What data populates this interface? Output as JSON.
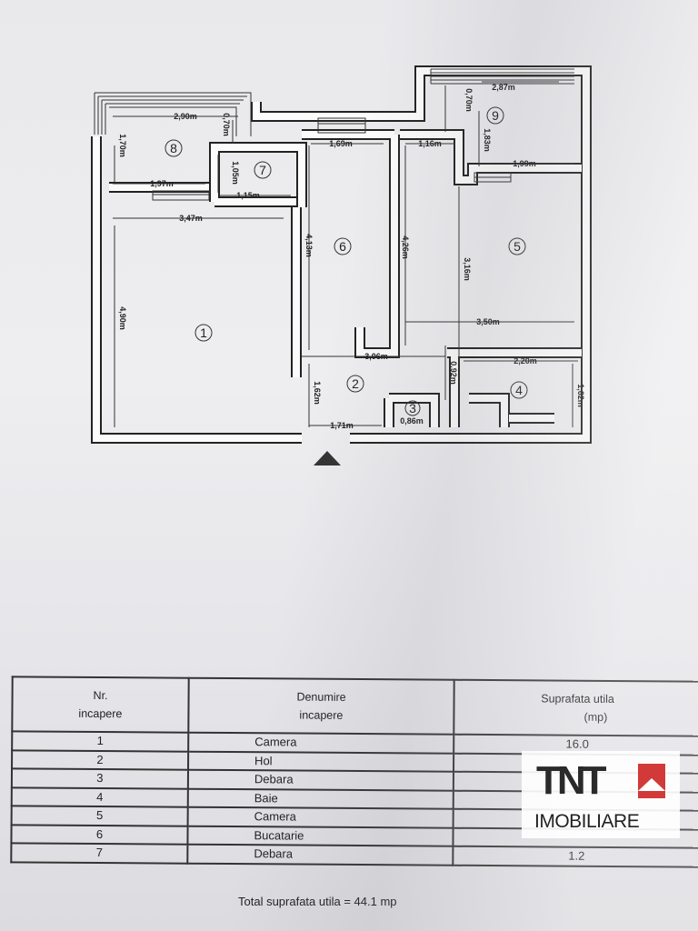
{
  "plan": {
    "rooms": [
      "1",
      "2",
      "3",
      "4",
      "5",
      "6",
      "7",
      "8",
      "9"
    ],
    "dimensions": {
      "d290": "2,90m",
      "d070a": "0,70m",
      "d170": "1,70m",
      "d197": "1,97m",
      "d105": "1,05m",
      "d115": "1,15m",
      "d347": "3,47m",
      "d490": "4,90m",
      "d169": "1,69m",
      "d413": "4,13m",
      "d116": "1,16m",
      "d426": "4,26m",
      "d070b": "0,70m",
      "d287": "2,87m",
      "d183": "1,83m",
      "d199": "1,99m",
      "d316": "3,16m",
      "d350": "3,50m",
      "d306": "3,06m",
      "d220": "2,20m",
      "d092": "0,92m",
      "d162a": "1,62m",
      "d162b": "1,62m",
      "d171": "1,71m",
      "d086": "0,86m"
    }
  },
  "table": {
    "headers": {
      "nr": "Nr.",
      "nr2": "incapere",
      "name": "Denumire",
      "name2": "incapere",
      "area": "Suprafata utila",
      "area2": "(mp)"
    },
    "rows": [
      {
        "nr": "1",
        "name": "Camera",
        "area": "16.0"
      },
      {
        "nr": "2",
        "name": "Hol",
        "area": ""
      },
      {
        "nr": "3",
        "name": "Debara",
        "area": ""
      },
      {
        "nr": "4",
        "name": "Baie",
        "area": ""
      },
      {
        "nr": "5",
        "name": "Camera",
        "area": ""
      },
      {
        "nr": "6",
        "name": "Bucatarie",
        "area": ""
      },
      {
        "nr": "7",
        "name": "Debara",
        "area": "1.2"
      }
    ],
    "total": "Total suprafata utila = 44.1 mp"
  },
  "logo": {
    "brand": "TNT",
    "sub": "IMOBILIARE"
  }
}
